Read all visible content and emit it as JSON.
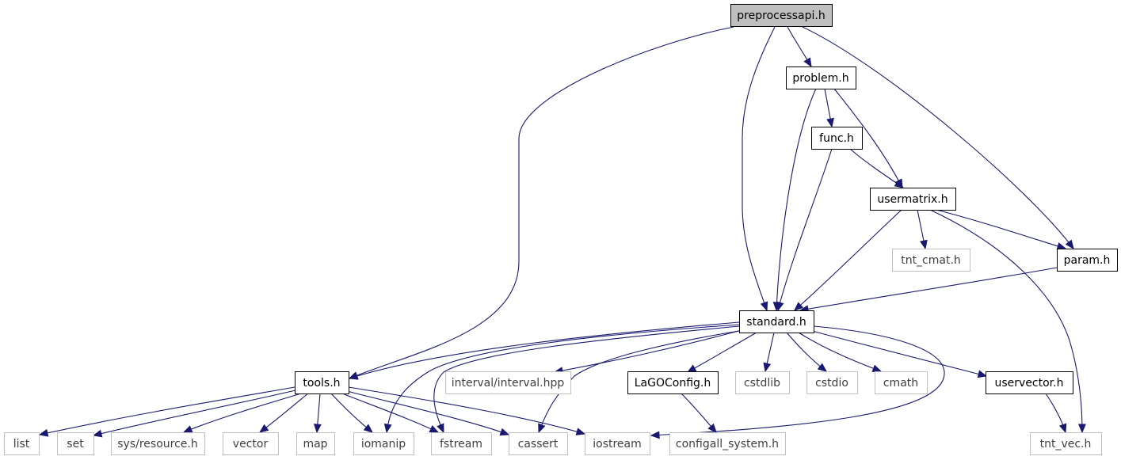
{
  "graph": {
    "colors": {
      "edge": "#191970",
      "root_fill": "#bfbfbf",
      "internal_border": "#000000",
      "external_border": "#bfbfbf",
      "external_text": "#3f3f3f",
      "text": "#000000"
    },
    "nodes": [
      {
        "id": "preprocessapi",
        "label": "preprocessapi.h",
        "kind": "root"
      },
      {
        "id": "problem",
        "label": "problem.h",
        "kind": "internal"
      },
      {
        "id": "func",
        "label": "func.h",
        "kind": "internal"
      },
      {
        "id": "usermatrix",
        "label": "usermatrix.h",
        "kind": "internal"
      },
      {
        "id": "tnt_cmat",
        "label": "tnt_cmat.h",
        "kind": "external"
      },
      {
        "id": "param",
        "label": "param.h",
        "kind": "internal"
      },
      {
        "id": "standard",
        "label": "standard.h",
        "kind": "internal"
      },
      {
        "id": "tools",
        "label": "tools.h",
        "kind": "internal"
      },
      {
        "id": "interval",
        "label": "interval/interval.hpp",
        "kind": "external"
      },
      {
        "id": "lagoconfig",
        "label": "LaGOConfig.h",
        "kind": "internal"
      },
      {
        "id": "cstdlib",
        "label": "cstdlib",
        "kind": "external"
      },
      {
        "id": "cstdio",
        "label": "cstdio",
        "kind": "external"
      },
      {
        "id": "cmath",
        "label": "cmath",
        "kind": "external"
      },
      {
        "id": "uservector",
        "label": "uservector.h",
        "kind": "internal"
      },
      {
        "id": "list",
        "label": "list",
        "kind": "external"
      },
      {
        "id": "set",
        "label": "set",
        "kind": "external"
      },
      {
        "id": "sysresource",
        "label": "sys/resource.h",
        "kind": "external"
      },
      {
        "id": "vector",
        "label": "vector",
        "kind": "external"
      },
      {
        "id": "map",
        "label": "map",
        "kind": "external"
      },
      {
        "id": "iomanip",
        "label": "iomanip",
        "kind": "external"
      },
      {
        "id": "fstream",
        "label": "fstream",
        "kind": "external"
      },
      {
        "id": "cassert",
        "label": "cassert",
        "kind": "external"
      },
      {
        "id": "iostream",
        "label": "iostream",
        "kind": "external"
      },
      {
        "id": "configall",
        "label": "configall_system.h",
        "kind": "external"
      },
      {
        "id": "tnt_vec",
        "label": "tnt_vec.h",
        "kind": "external"
      }
    ],
    "edges": [
      {
        "from": "preprocessapi",
        "to": "tools"
      },
      {
        "from": "preprocessapi",
        "to": "standard"
      },
      {
        "from": "preprocessapi",
        "to": "problem"
      },
      {
        "from": "preprocessapi",
        "to": "param"
      },
      {
        "from": "problem",
        "to": "standard"
      },
      {
        "from": "problem",
        "to": "func"
      },
      {
        "from": "problem",
        "to": "usermatrix"
      },
      {
        "from": "func",
        "to": "standard"
      },
      {
        "from": "func",
        "to": "usermatrix"
      },
      {
        "from": "usermatrix",
        "to": "standard"
      },
      {
        "from": "usermatrix",
        "to": "tnt_cmat"
      },
      {
        "from": "usermatrix",
        "to": "param"
      },
      {
        "from": "usermatrix",
        "to": "tnt_vec"
      },
      {
        "from": "param",
        "to": "standard"
      },
      {
        "from": "standard",
        "to": "tools"
      },
      {
        "from": "standard",
        "to": "interval"
      },
      {
        "from": "standard",
        "to": "lagoconfig"
      },
      {
        "from": "standard",
        "to": "cstdlib"
      },
      {
        "from": "standard",
        "to": "cstdio"
      },
      {
        "from": "standard",
        "to": "cmath"
      },
      {
        "from": "standard",
        "to": "uservector"
      },
      {
        "from": "standard",
        "to": "iomanip"
      },
      {
        "from": "standard",
        "to": "fstream"
      },
      {
        "from": "standard",
        "to": "cassert"
      },
      {
        "from": "standard",
        "to": "iostream"
      },
      {
        "from": "tools",
        "to": "list"
      },
      {
        "from": "tools",
        "to": "set"
      },
      {
        "from": "tools",
        "to": "sysresource"
      },
      {
        "from": "tools",
        "to": "vector"
      },
      {
        "from": "tools",
        "to": "map"
      },
      {
        "from": "tools",
        "to": "iomanip"
      },
      {
        "from": "tools",
        "to": "fstream"
      },
      {
        "from": "tools",
        "to": "cassert"
      },
      {
        "from": "tools",
        "to": "iostream"
      },
      {
        "from": "lagoconfig",
        "to": "configall"
      },
      {
        "from": "uservector",
        "to": "tnt_vec"
      }
    ]
  }
}
